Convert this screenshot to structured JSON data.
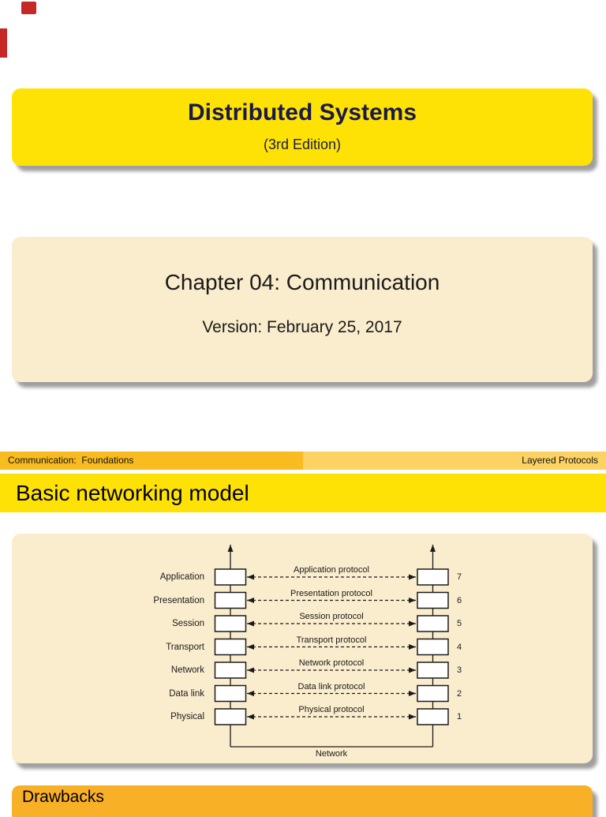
{
  "colors": {
    "bright_yellow": "#FFE205",
    "cream": "#FAEDCD",
    "navy": "#1A1A4A",
    "header_left_amber": "#F9BC20",
    "header_right_amber": "#FCD263",
    "drawbacks_amber": "#F8B027",
    "marker_red": "#C62828",
    "diagram_line": "#1a1a1a"
  },
  "markers": {
    "square_icon": "red-square-marker",
    "bar_icon": "red-bar-marker"
  },
  "title_slide": {
    "title": "Distributed Systems",
    "subtitle": "(3rd Edition)"
  },
  "chapter_slide": {
    "title": "Chapter 04: Communication",
    "version": "Version: February 25, 2017"
  },
  "slide": {
    "header_left": "Communication:  Foundations",
    "header_right": "Layered Protocols",
    "frame_title": "Basic networking model",
    "footer_title": "Drawbacks"
  },
  "diagram": {
    "layers": [
      {
        "label": "Application",
        "protocol": "Application protocol",
        "number": "7"
      },
      {
        "label": "Presentation",
        "protocol": "Presentation protocol",
        "number": "6"
      },
      {
        "label": "Session",
        "protocol": "Session protocol",
        "number": "5"
      },
      {
        "label": "Transport",
        "protocol": "Transport protocol",
        "number": "4"
      },
      {
        "label": "Network",
        "protocol": "Network protocol",
        "number": "3"
      },
      {
        "label": "Data link",
        "protocol": "Data link protocol",
        "number": "2"
      },
      {
        "label": "Physical",
        "protocol": "Physical protocol",
        "number": "1"
      }
    ],
    "bottom_label": "Network"
  }
}
